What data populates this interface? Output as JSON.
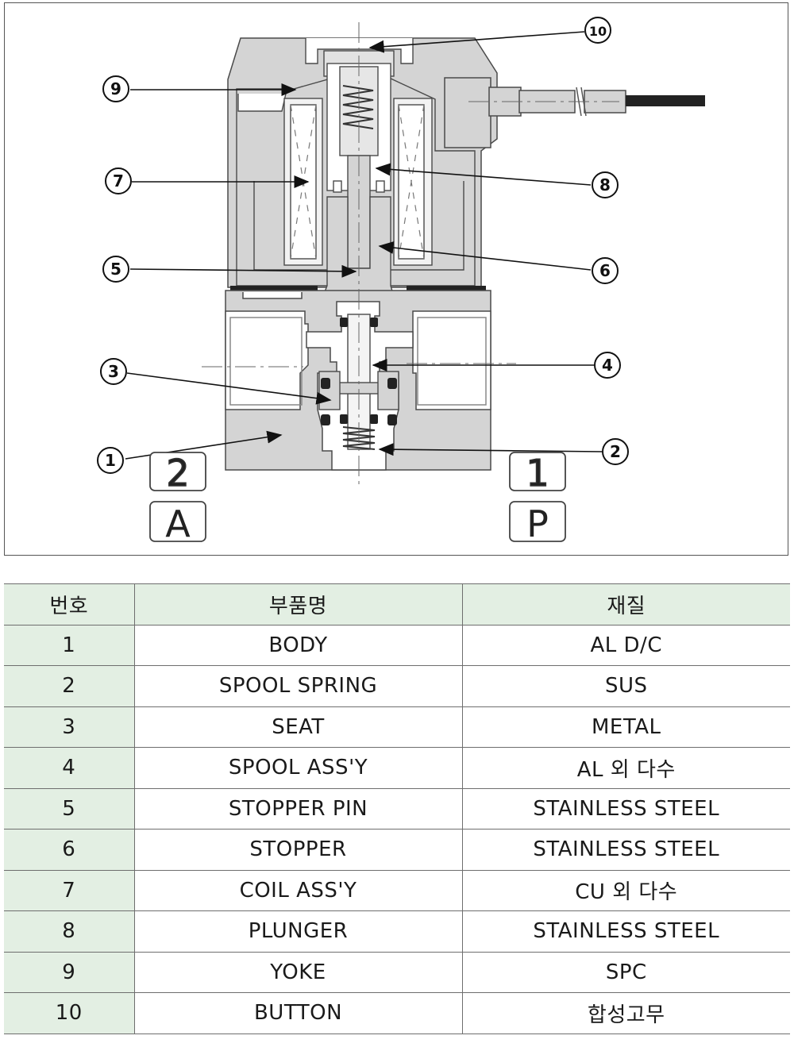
{
  "diagram": {
    "callouts": [
      "1",
      "2",
      "3",
      "4",
      "5",
      "6",
      "7",
      "8",
      "9",
      "10"
    ],
    "ports": {
      "out_number": "2",
      "out_letter": "A",
      "in_number": "1",
      "in_letter": "P"
    }
  },
  "table": {
    "headers": [
      "번호",
      "부품명",
      "재질"
    ],
    "rows": [
      {
        "no": "1",
        "part": "BODY",
        "material": "AL D/C"
      },
      {
        "no": "2",
        "part": "SPOOL SPRING",
        "material": "SUS"
      },
      {
        "no": "3",
        "part": "SEAT",
        "material": "METAL"
      },
      {
        "no": "4",
        "part": "SPOOL ASS'Y",
        "material": "AL 외 다수"
      },
      {
        "no": "5",
        "part": "STOPPER PIN",
        "material": "STAINLESS STEEL"
      },
      {
        "no": "6",
        "part": "STOPPER",
        "material": "STAINLESS STEEL"
      },
      {
        "no": "7",
        "part": "COIL ASS'Y",
        "material": "CU 외 다수"
      },
      {
        "no": "8",
        "part": "PLUNGER",
        "material": "STAINLESS STEEL"
      },
      {
        "no": "9",
        "part": "YOKE",
        "material": "SPC"
      },
      {
        "no": "10",
        "part": "BUTTON",
        "material": "합성고무"
      }
    ]
  },
  "colors": {
    "body_fill": "#d4d4d4",
    "outline": "#4a4a4a",
    "header_bg": "#e3efe3"
  }
}
